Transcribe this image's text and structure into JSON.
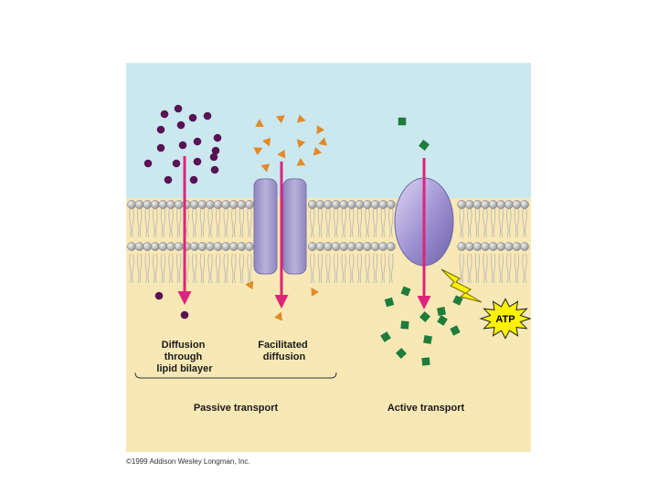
{
  "slide": {
    "title": ""
  },
  "labels": {
    "simple_diffusion": [
      "Diffusion",
      "through",
      "lipid bilayer"
    ],
    "facilitated": [
      "Facilitated",
      "diffusion"
    ],
    "passive": "Passive transport",
    "active": "Active transport",
    "atp": "ATP"
  },
  "copyright": "©1999 Addison Wesley Longman, Inc.",
  "colors": {
    "outside": "#cbe8ef",
    "inside": "#f8e8b6",
    "solute_diffusion": "#581354",
    "solute_facilitated": "#e28a27",
    "solute_active": "#1f7d3b",
    "arrow": "#e0237a",
    "head_group": "#bdbdbd",
    "channel_protein": "#a79fcc",
    "pump_protein": "#9b8fd0",
    "atp_burst": "#fff200"
  }
}
